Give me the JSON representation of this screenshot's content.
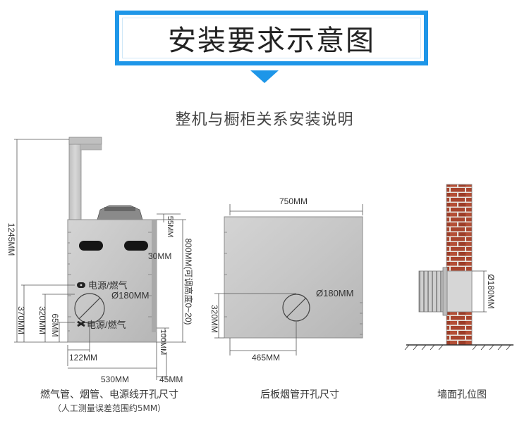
{
  "header": {
    "title": "安装要求示意图"
  },
  "subtitle": "整机与橱柜关系安装说明",
  "front_view": {
    "dim_total_height": "1245MM",
    "dim_top": "55MM",
    "dim_side": "30MM",
    "dim_adjust": "800MM(可调高度0~20)",
    "dim_right_bottom": "100MM",
    "dim_370": "370MM",
    "dim_320": "320MM",
    "dim_65": "65MM",
    "power_gas_label_1": "电源/燃气",
    "power_gas_label_2": "电源/燃气",
    "hole_label": "Ø180MM",
    "dim_122": "122MM",
    "dim_530": "530MM",
    "dim_45": "45MM",
    "caption": "燃气管、烟管、电源线开孔尺寸",
    "caption_note": "（人工测量误差范围约5MM）"
  },
  "back_panel": {
    "dim_width": "750MM",
    "hole_label": "Ø180MM",
    "dim_320": "320MM",
    "dim_465": "465MM",
    "caption": "后板烟管开孔尺寸"
  },
  "wall": {
    "hole_label": "Ø180MM",
    "caption": "墙面孔位图"
  }
}
